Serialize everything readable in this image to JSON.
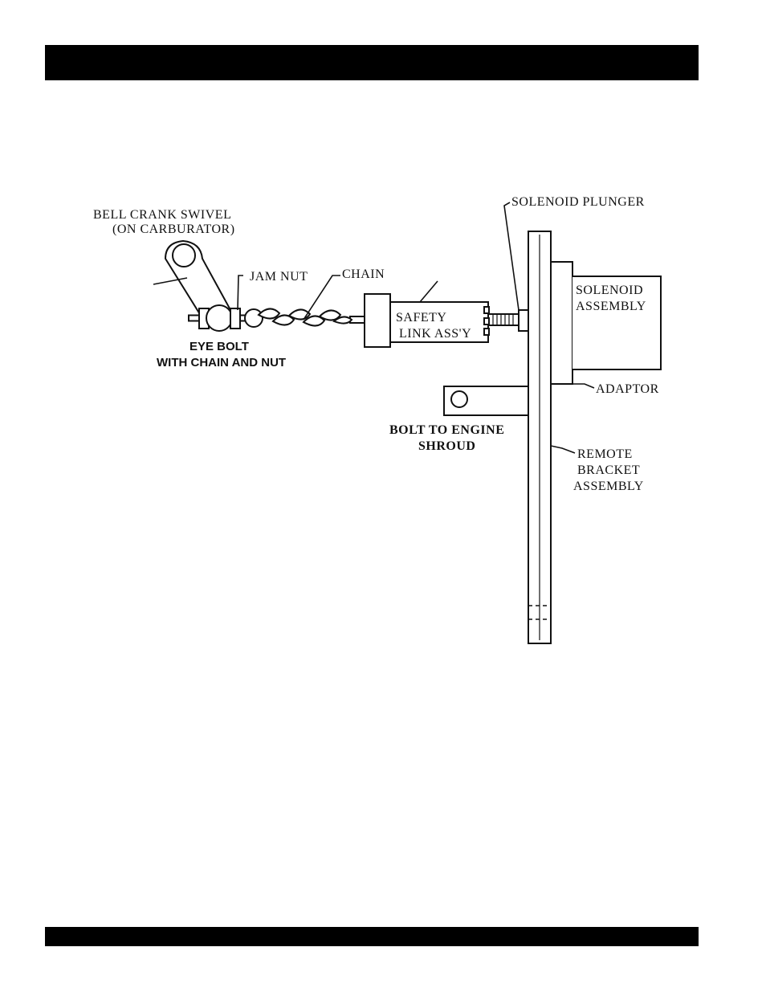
{
  "labels": {
    "bell_crank_line1": "BELL CRANK SWIVEL",
    "bell_crank_line2": "(ON CARBURATOR)",
    "jam_nut": "JAM NUT",
    "chain": "CHAIN",
    "safety_link_line1": "SAFETY",
    "safety_link_line2": "LINK ASS'Y",
    "solenoid_plunger": "SOLENOID PLUNGER",
    "solenoid_assembly_line1": "SOLENOID",
    "solenoid_assembly_line2": "ASSEMBLY",
    "adaptor": "ADAPTOR",
    "eye_bolt_line1": "EYE BOLT",
    "eye_bolt_line2": "WITH CHAIN AND NUT",
    "bolt_shroud_line1": "BOLT TO ENGINE",
    "bolt_shroud_line2": "SHROUD",
    "remote_bracket_line1": "REMOTE",
    "remote_bracket_line2": "BRACKET",
    "remote_bracket_line3": "ASSEMBLY"
  }
}
